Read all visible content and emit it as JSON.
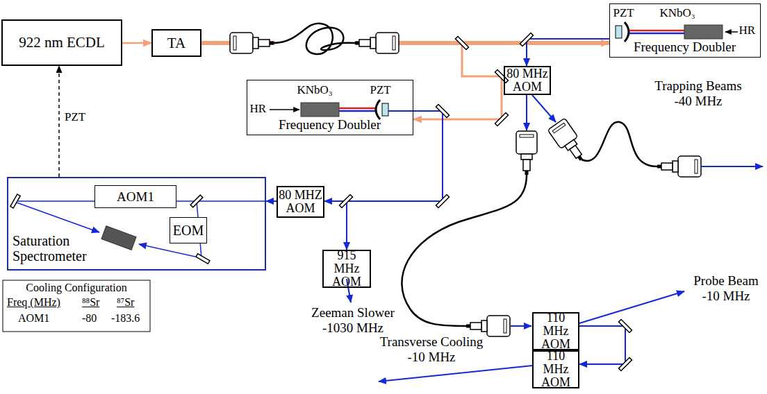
{
  "diagram": {
    "nodes": [
      {
        "text": [
          "922 nm ECDL"
        ]
      },
      {
        "text": [
          "TA"
        ]
      },
      {
        "text": [
          "PZT",
          "KNbO₃",
          "HR",
          "Frequency Doubler"
        ]
      },
      {
        "text": [
          "KNbO₃",
          "PZT",
          "HR",
          "Frequency Doubler"
        ]
      },
      {
        "text": [
          "80 MHz AOM"
        ]
      },
      {
        "text": [
          "Saturation Spectrometer"
        ]
      },
      {
        "text": [
          "AOM1"
        ],
        "in": 5
      },
      {
        "text": [
          "EOM"
        ],
        "in": 5
      },
      {
        "text": [
          "80 MHZ AOM"
        ]
      },
      {
        "text": [
          "915 MHz AOM"
        ]
      },
      {
        "text": [
          "110 MHz AOM"
        ]
      },
      {
        "text": [
          "110 MHz AOM"
        ]
      }
    ],
    "edges": [
      {
        "from": 0,
        "to": 1,
        "arrow": "to"
      },
      {
        "from": 1,
        "to": 2,
        "arrow": "to"
      },
      {
        "from": 1,
        "to": 3,
        "arrow": "to"
      },
      {
        "from": 5,
        "to": 0,
        "arrow": "to",
        "label": "PZT"
      },
      {
        "from": 2,
        "to": 4,
        "arrow": "to"
      },
      {
        "from": 3,
        "to": 8,
        "arrow": "to"
      },
      {
        "from": 3,
        "to": 9,
        "arrow": "to"
      },
      {
        "from": 8,
        "to": 5,
        "arrow": "to"
      },
      {
        "from": 10,
        "to": 11,
        "arrow": "to"
      }
    ],
    "labels": [
      "Trapping Beams -40 MHz",
      "Probe Beam -10 MHz",
      "Transverse Cooling -10 MHz",
      "Zeeman Slower -1030 MHz",
      "Cooling Configuration",
      "Freq (MHz)",
      "⁸⁸Sr",
      "⁸⁷Sr",
      "AOM1",
      "-80",
      "-183.6"
    ]
  }
}
